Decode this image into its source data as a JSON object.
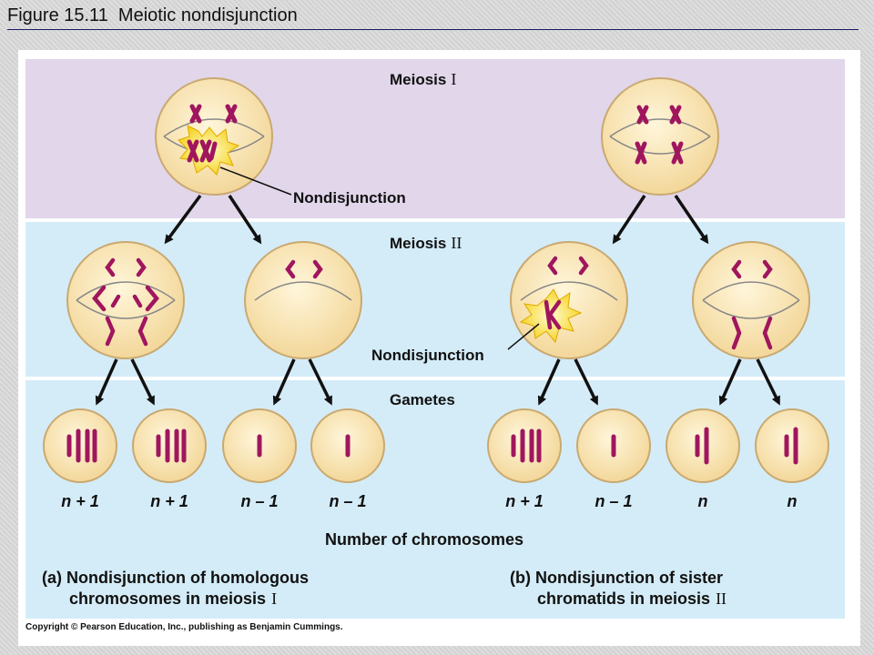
{
  "title": "Figure 15.11  Meiotic nondisjunction",
  "stages": {
    "meiosis1": {
      "word": "Meiosis",
      "numeral": "I"
    },
    "meiosis2": {
      "word": "Meiosis",
      "numeral": "II"
    },
    "gametes": "Gametes"
  },
  "nondisjunction_label": "Nondisjunction",
  "gamete_counts": {
    "a": [
      "n + 1",
      "n + 1",
      "n – 1",
      "n – 1"
    ],
    "b": [
      "n + 1",
      "n – 1",
      "n",
      "n"
    ]
  },
  "axis_caption": "Number of chromosomes",
  "caption_a": {
    "line1": "(a) Nondisjunction of homologous",
    "line2_text": "chromosomes in meiosis",
    "line2_numeral": "I"
  },
  "caption_b": {
    "line1": "(b) Nondisjunction of sister",
    "line2_text": "chromatids in meiosis",
    "line2_numeral": "II"
  },
  "copyright": "Copyright © Pearson Education, Inc., publishing as Benjamin Cummings.",
  "colors": {
    "meiosis1_band": "#e1d6ea",
    "meiosis2_band": "#d4ecf8",
    "cell_fill": "#f6dfa5",
    "chromosome": "#a0165e",
    "burst": "#f5d21a",
    "arrow": "#111111"
  }
}
